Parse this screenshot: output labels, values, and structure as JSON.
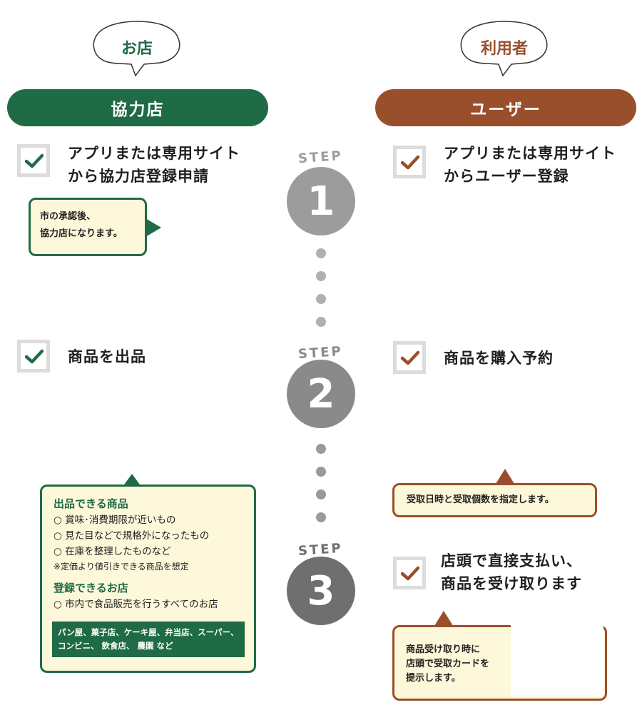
{
  "colors": {
    "green": "#1f6b45",
    "brown": "#9a4f2c",
    "cream": "#fdf8da",
    "check_border": "#dcdcdc",
    "step1": "#9c9c9c",
    "step2": "#8a8a8a",
    "step3": "#6f6f6f"
  },
  "left": {
    "bubble": "お店",
    "header": "協力店",
    "step1_text": [
      "アプリまたは専用サイト",
      "から協力店登録申請"
    ],
    "step1_note": [
      "市の承認後、",
      "協力店になります。"
    ],
    "step2_text": "商品を出品",
    "info": {
      "products_heading": "出品できる商品",
      "products": [
        "○ 賞味･消費期限が近いもの",
        "○ 見た目などで規格外になったもの",
        "○ 在庫を整理したものなど"
      ],
      "products_note": "※定価より値引きできる商品を想定",
      "stores_heading": "登録できるお店",
      "stores": [
        "○ 市内で食品販売を行うすべてのお店"
      ],
      "stores_examples": [
        "パン屋、菓子店、ケーキ屋、弁当店、スーパー、",
        "コンビニ、 飲食店、 農園 など"
      ]
    }
  },
  "right": {
    "bubble": "利用者",
    "header": "ユーザー",
    "step1_text": [
      "アプリまたは専用サイト",
      "からユーザー登録"
    ],
    "step2_text": "商品を購入予約",
    "step2_note": "受取日時と受取個数を指定します。",
    "step3_text": [
      "店頭で直接支払い、",
      "商品を受け取ります"
    ],
    "step3_note": [
      "商品受け取り時に",
      "店頭で受取カードを",
      "提示します。"
    ]
  },
  "steps": [
    {
      "label": "STEP",
      "number": "1"
    },
    {
      "label": "STEP",
      "number": "2"
    },
    {
      "label": "STEP",
      "number": "3"
    }
  ],
  "icons": {
    "check": "checkmark-icon",
    "bubble": "speech-bubble-icon",
    "pointer": "callout-pointer-icon"
  }
}
